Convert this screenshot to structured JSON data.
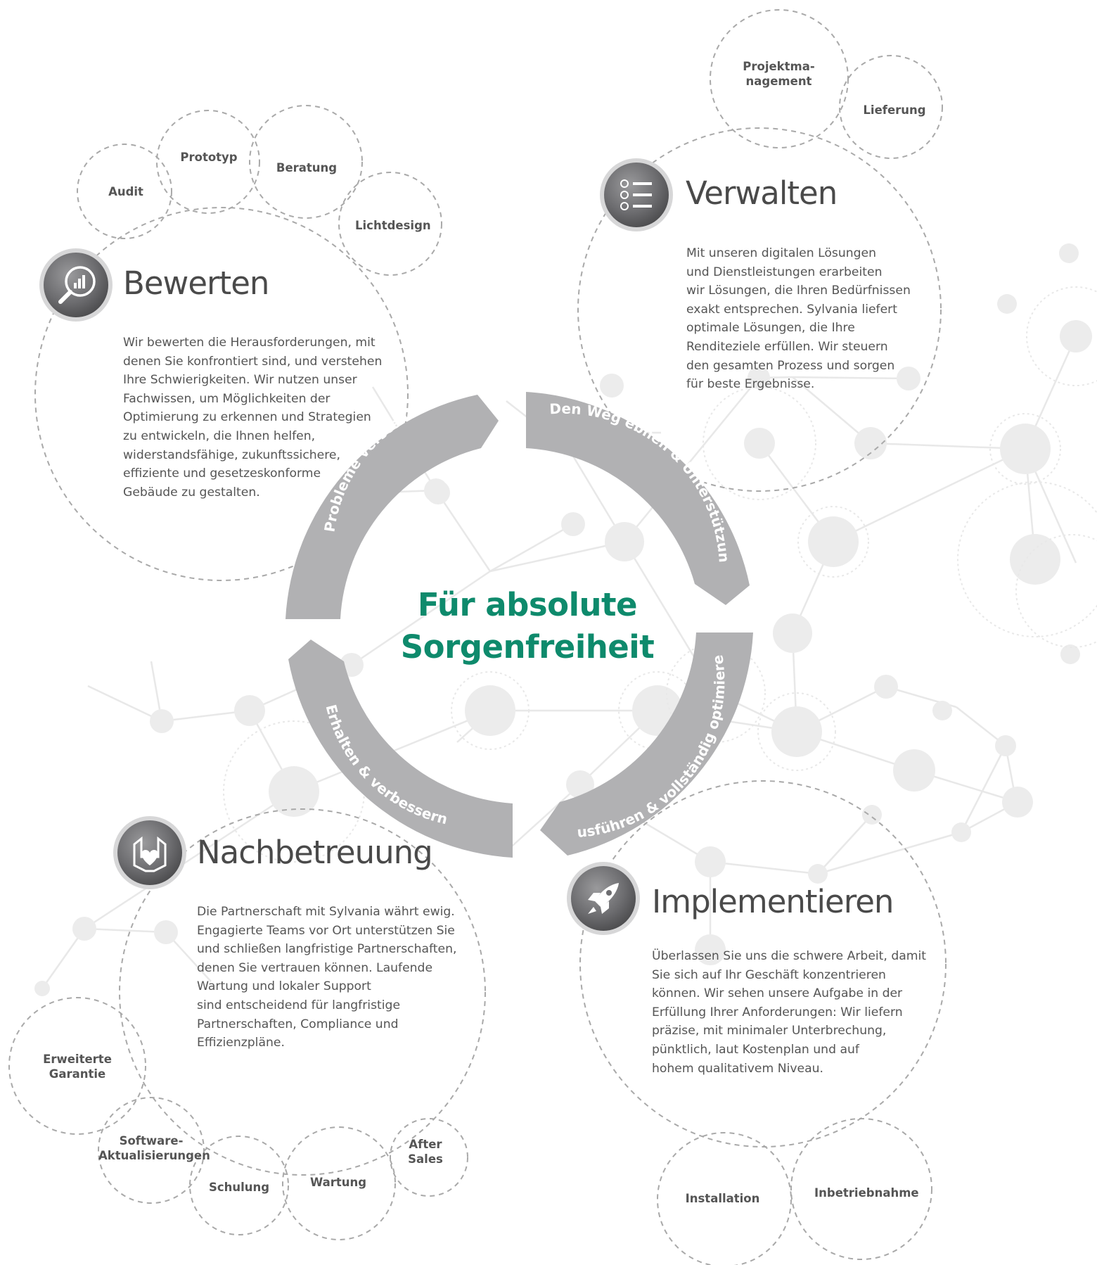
{
  "center": {
    "line1": "Für absolute",
    "line2": "Sorgenfreiheit"
  },
  "cycle": {
    "arc_top_left": "Probleme verstehen",
    "arc_top_right": "Den Weg ebnen & Unterstützung",
    "arc_bottom_right": "Ausführen & vollständig optimieren",
    "arc_bottom_left": "Erhalten & verbessern"
  },
  "bewerten": {
    "title": "Bewerten",
    "icon": "magnifier-chart-icon",
    "lines": [
      "Wir bewerten die Herausforderungen, mit",
      "denen Sie konfrontiert sind, und verstehen",
      "Ihre Schwierigkeiten. Wir nutzen unser",
      "Fachwissen, um Möglichkeiten der",
      "Optimierung zu erkennen und Strategien",
      "zu entwickeln, die Ihnen helfen,",
      "widerstandsfähige, zukunftssichere,",
      "effiziente und gesetzeskonforme",
      "Gebäude zu gestalten."
    ],
    "bubbles": [
      "Audit",
      "Prototyp",
      "Beratung",
      "Lichtdesign"
    ]
  },
  "verwalten": {
    "title": "Verwalten",
    "icon": "checklist-icon",
    "lines": [
      "Mit unseren digitalen Lösungen",
      "und Dienstleistungen erarbeiten",
      "wir Lösungen, die Ihren Bedürfnissen",
      "exakt entsprechen. Sylvania liefert",
      "optimale Lösungen, die Ihre",
      "Renditeziele erfüllen. Wir steuern",
      "den gesamten Prozess und sorgen",
      "für beste Ergebnisse."
    ],
    "bubbles": {
      "projekt_line1": "Projektma-",
      "projekt_line2": "nagement",
      "lieferung": "Lieferung"
    }
  },
  "nachbetreuung": {
    "title": "Nachbetreuung",
    "icon": "hands-heart-icon",
    "lines": [
      "Die Partnerschaft mit Sylvania währt ewig.",
      "Engagierte Teams vor Ort unterstützen Sie",
      "und schließen langfristige Partnerschaften,",
      "denen Sie vertrauen können. Laufende",
      "Wartung und lokaler Support",
      "sind entscheidend für langfristige",
      "Partnerschaften, Compliance und",
      "Effizienzpläne."
    ],
    "bubbles": {
      "garantie_line1": "Erweiterte",
      "garantie_line2": "Garantie",
      "software_line1": "Software-",
      "software_line2": "Aktualisierungen",
      "schulung": "Schulung",
      "wartung": "Wartung",
      "after_line1": "After",
      "after_line2": "Sales"
    }
  },
  "implementieren": {
    "title": "Implementieren",
    "icon": "rocket-icon",
    "lines": [
      "Überlassen Sie uns die schwere Arbeit, damit",
      "Sie sich auf Ihr Geschäft konzentrieren",
      "können. Wir sehen unsere Aufgabe in der",
      "Erfüllung Ihrer Anforderungen: Wir liefern",
      "präzise, mit minimaler Unterbrechung,",
      "pünktlich, laut Kostenplan und auf",
      "hohem qualitativem Niveau."
    ],
    "bubbles": {
      "installation": "Installation",
      "inbetriebnahme": "Inbetriebnahme"
    }
  },
  "colors": {
    "accent": "#0e8a6c",
    "arc": "#b1b1b3",
    "text": "#555555",
    "network": "#e6e6e6"
  }
}
